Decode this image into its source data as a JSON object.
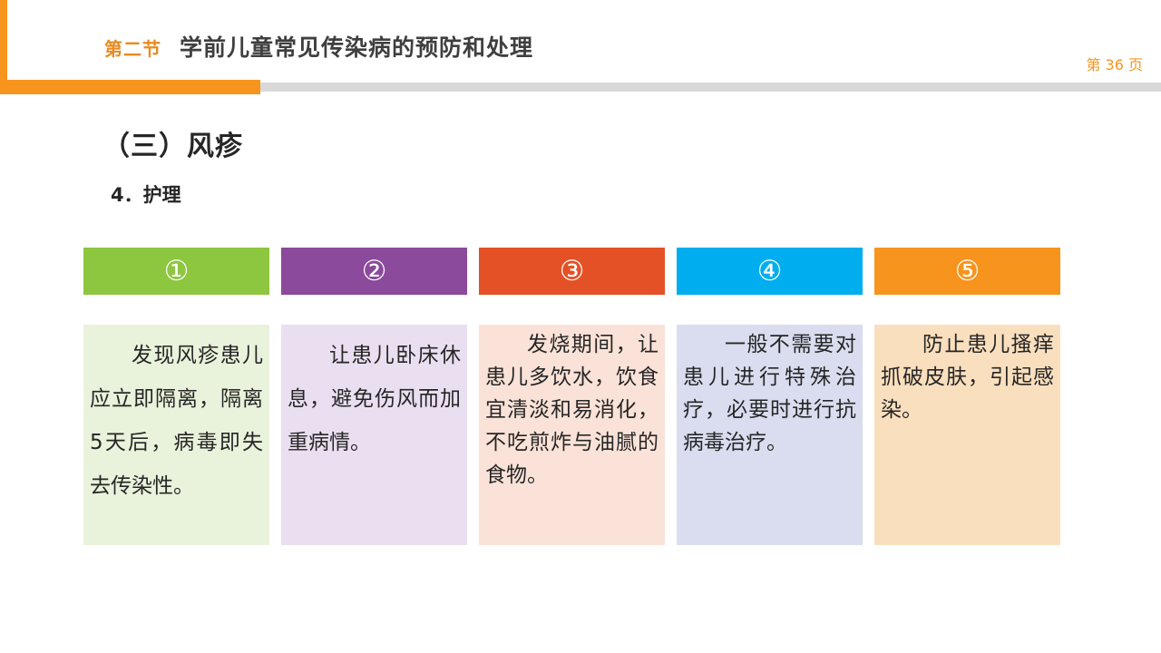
{
  "header": {
    "section_label": "第二节",
    "title": "学前儿童常见传染病的预防和处理",
    "page_number": "第 36 页"
  },
  "content": {
    "heading": "（三）风疹",
    "subheading": "4．护理",
    "cards": [
      {
        "number": "①",
        "header_color": "#8DC63F",
        "body_color": "#E9F2DB",
        "text": "发现风疹患儿应立即隔离，隔离5天后，病毒即失去传染性。"
      },
      {
        "number": "②",
        "header_color": "#8B4A9C",
        "body_color": "#EADFF0",
        "text": "让患儿卧床休息，避免伤风而加重病情。"
      },
      {
        "number": "③",
        "header_color": "#E55126",
        "body_color": "#FBE2D8",
        "text": "发烧期间，让患儿多饮水，饮食宜清淡和易消化，不吃煎炸与油腻的食物。"
      },
      {
        "number": "④",
        "header_color": "#00AEEF",
        "body_color": "#D9DDEF",
        "text": "一般不需要对患儿进行特殊治疗，必要时进行抗病毒治疗。"
      },
      {
        "number": "⑤",
        "header_color": "#F7941D",
        "body_color": "#FADFBE",
        "text": "防止患儿搔痒抓破皮肤，引起感染。"
      }
    ]
  },
  "colors": {
    "accent_orange": "#F7941D",
    "divider_gray": "#D8D8D8",
    "title_text": "#3F3F3F",
    "body_text": "#262626"
  }
}
